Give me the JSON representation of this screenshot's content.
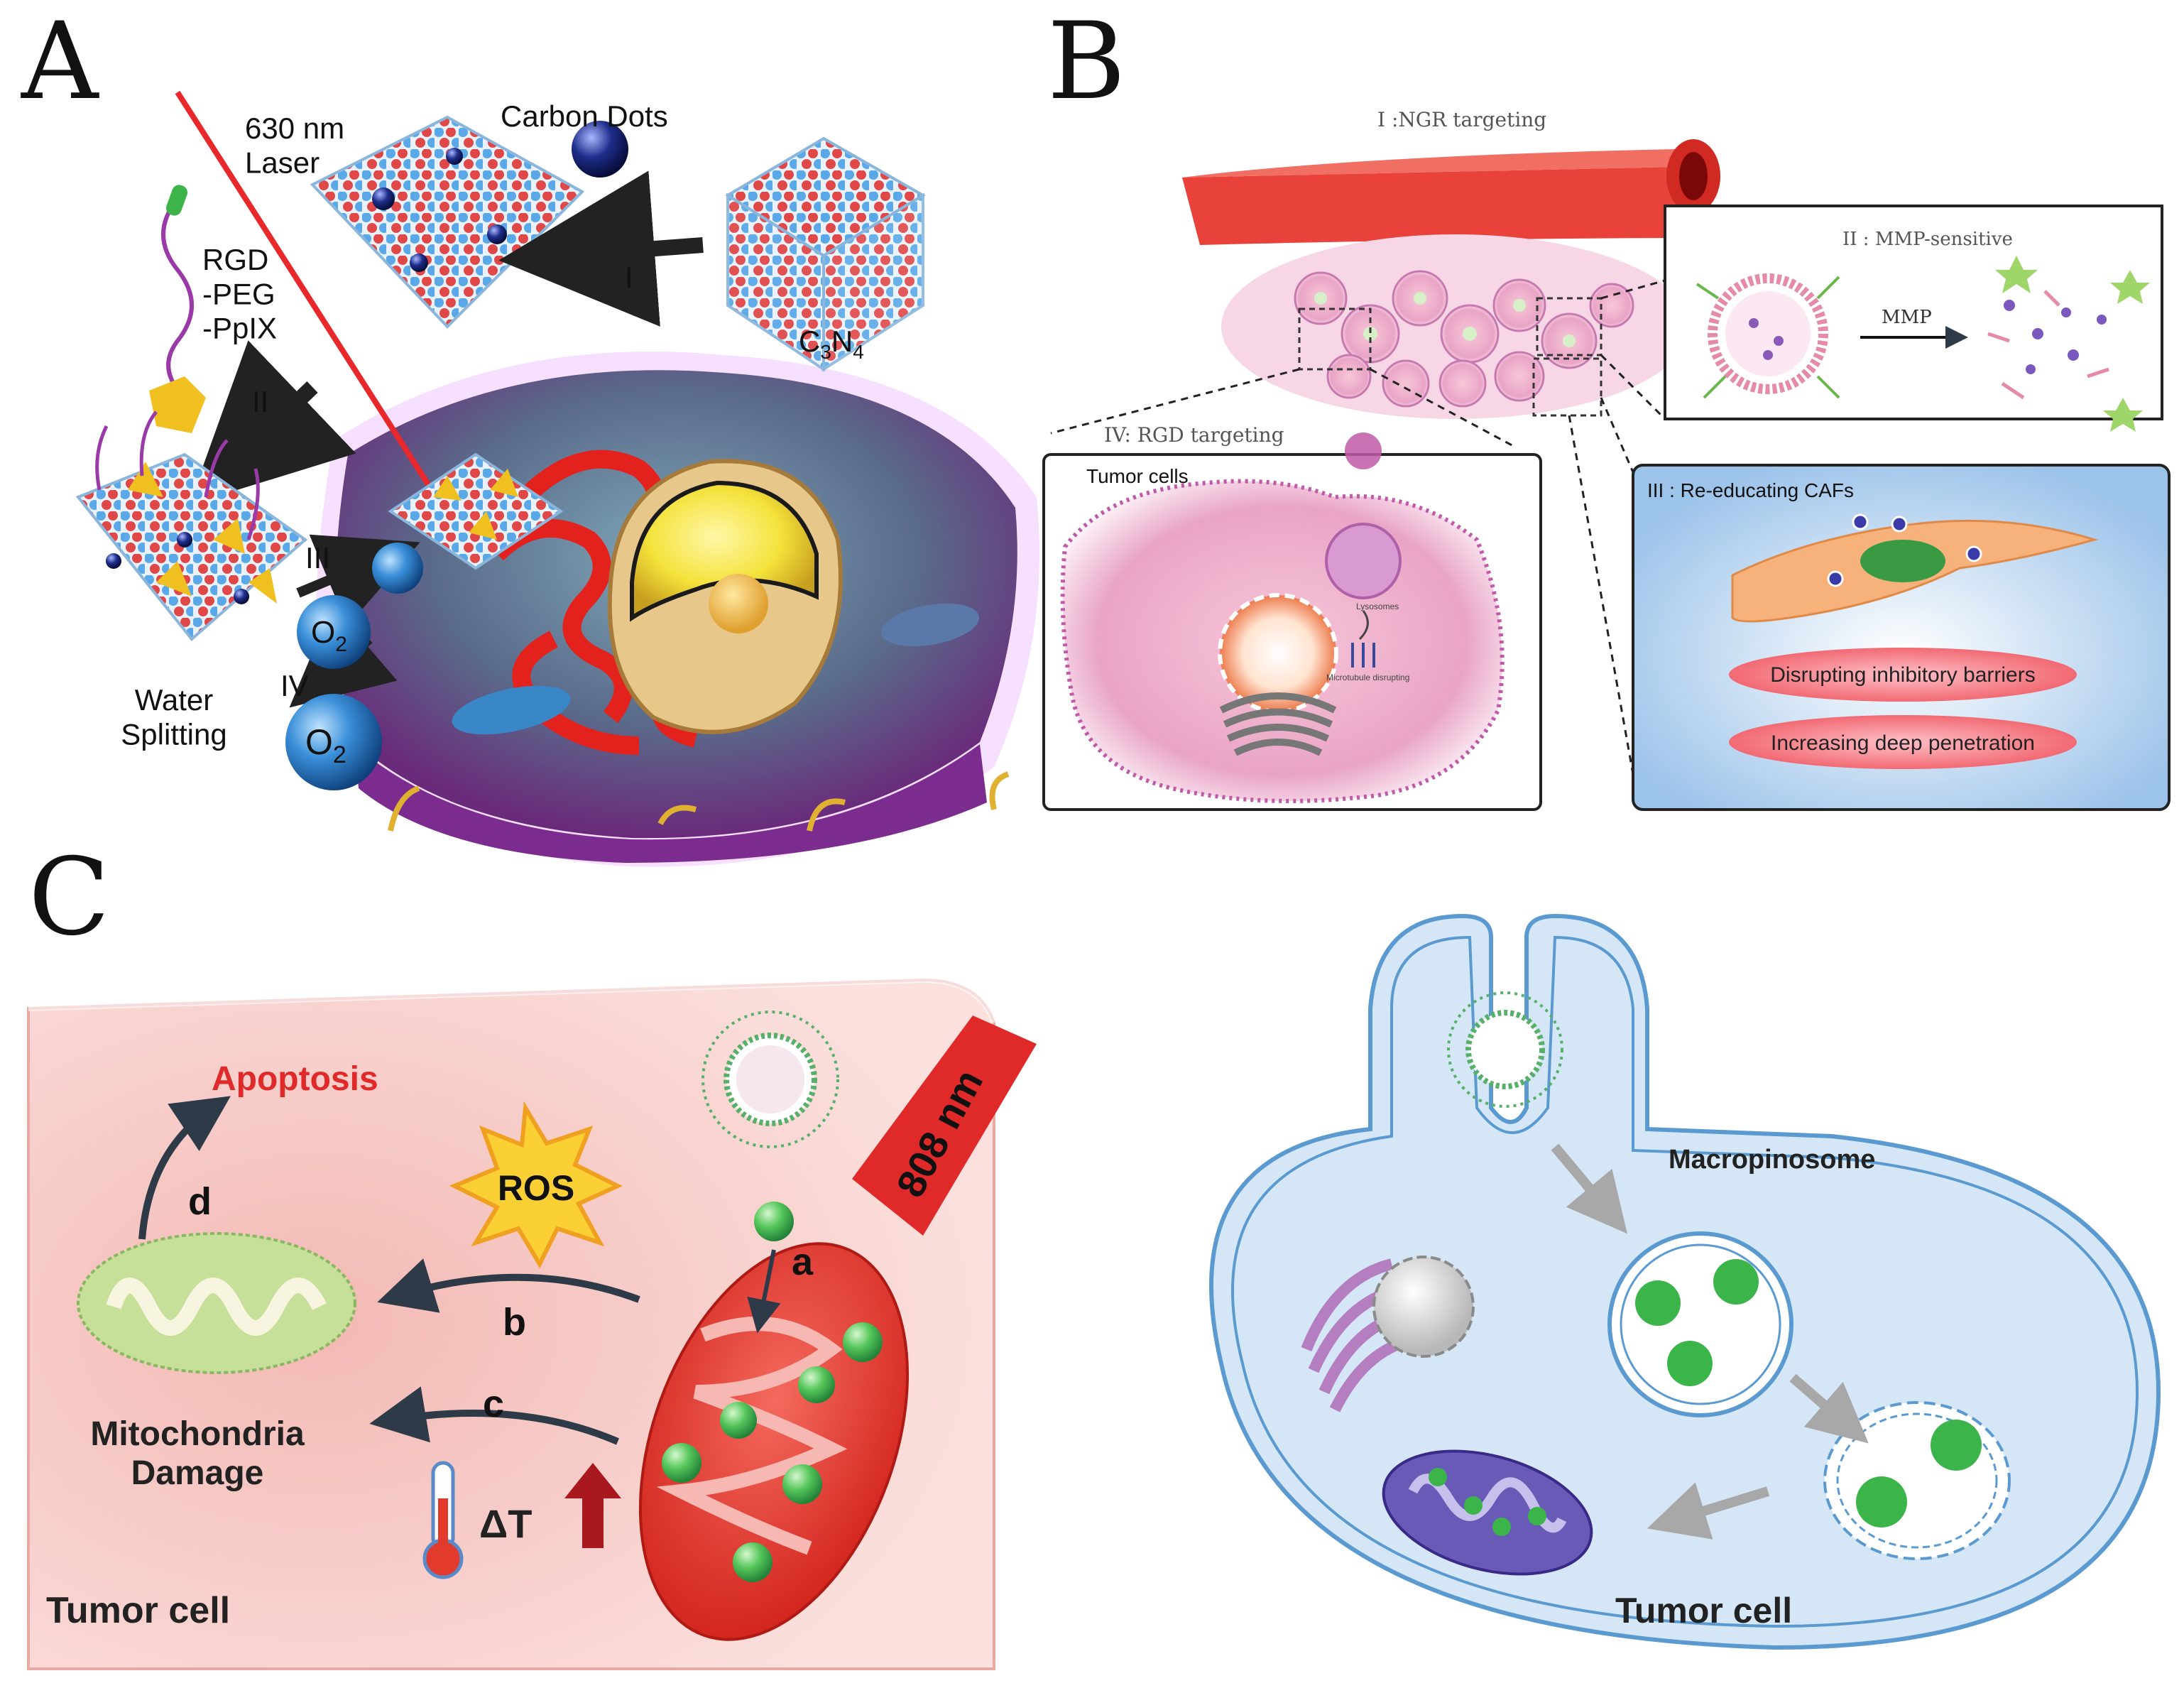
{
  "panel_a": {
    "label": "A",
    "laser": "630 nm\nLaser",
    "carbon_dots": "Carbon Dots",
    "linker": "RGD\n-PEG\n-PpIX",
    "c3n4": "C",
    "c3n4_sub3": "3",
    "c3n4_n": "N",
    "c3n4_sub4": "4",
    "step_1": "I",
    "step_2": "II",
    "step_3": "III",
    "step_4": "IV",
    "o2_top": "O",
    "o2_bottom": "O",
    "o2_sub": "2",
    "water_splitting": "Water\nSplitting"
  },
  "panel_b": {
    "label": "B",
    "ngr": "I :NGR targeting",
    "mmp_title": "II : MMP-sensitive",
    "mmp_arrow": "MMP",
    "rgd": "IV: RGD targeting",
    "tumor_cells": "Tumor cells",
    "lysosomes": "Lysosomes",
    "microtubule": "Microtubule disrupting",
    "caf_title": "III : Re-educating CAFs",
    "barrier": "Disrupting inhibitory barriers",
    "penetration": "Increasing deep penetration"
  },
  "panel_c": {
    "label": "C",
    "apoptosis": "Apoptosis",
    "ros": "ROS",
    "laser": "808 nm",
    "step_a": "a",
    "step_b": "b",
    "step_c": "c",
    "step_d": "d",
    "damage": "Mitochondria\nDamage",
    "delta_t": "ΔT",
    "tumor_cell": "Tumor cell",
    "macropinosome": "Macropinosome",
    "tumor_cell_right": "Tumor cell"
  },
  "colors": {
    "red": "#e02a2a",
    "pink_panel": "#f8d7d4",
    "blue_cell": "#cfe3f5",
    "green_np": "#3bb54a",
    "purple_cell": "#8a3d9c"
  }
}
